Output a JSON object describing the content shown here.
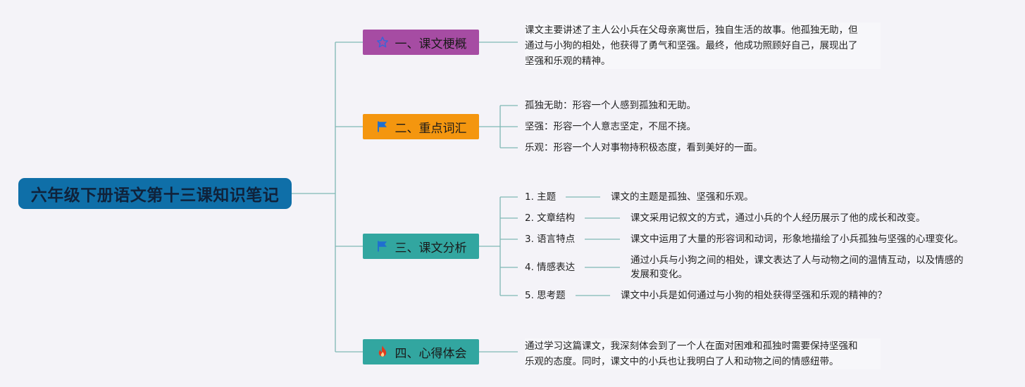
{
  "root": {
    "title": "六年级下册语文第十三课知识笔记"
  },
  "colors": {
    "root": "#0f6fa8",
    "branch1": "#a64ca3",
    "branch2": "#f4960f",
    "branch3": "#32a6a0",
    "branch4": "#32a6a0",
    "lines": "#7fb8b4"
  },
  "branches": [
    {
      "label": "一、课文梗概",
      "icon": "star-icon",
      "lines": [
        "课文主要讲述了主人公小兵在父母亲离世后，独自生活的故事。他孤独无助，但",
        "通过与小狗的相处，他获得了勇气和坚强。最终，他成功照顾好自己，展现出了",
        "坚强和乐观的精神。"
      ]
    },
    {
      "label": "二、重点词汇",
      "icon": "flag-icon",
      "items": [
        "孤独无助：形容一个人感到孤独和无助。",
        "坚强：形容一个人意志坚定，不屈不挠。",
        "乐观：形容一个人对事物持积极态度，看到美好的一面。"
      ]
    },
    {
      "label": "三、课文分析",
      "icon": "flag-icon",
      "items": [
        {
          "key": "1. 主题",
          "lines": [
            "课文的主题是孤独、坚强和乐观。"
          ]
        },
        {
          "key": "2. 文章结构",
          "lines": [
            "课文采用记叙文的方式，通过小兵的个人经历展示了他的成长和改变。"
          ]
        },
        {
          "key": "3. 语言特点",
          "lines": [
            "课文中运用了大量的形容词和动词，形象地描绘了小兵孤独与坚强的心理变化。"
          ]
        },
        {
          "key": "4. 情感表达",
          "lines": [
            "通过小兵与小狗之间的相处，课文表达了人与动物之间的温情互动，以及情感的",
            "发展和变化。"
          ]
        },
        {
          "key": "5. 思考题",
          "lines": [
            "课文中小兵是如何通过与小狗的相处获得坚强和乐观的精神的？"
          ]
        }
      ]
    },
    {
      "label": "四、心得体会",
      "icon": "fire-icon",
      "lines": [
        "通过学习这篇课文，我深刻体会到了一个人在面对困难和孤独时需要保持坚强和",
        "乐观的态度。同时，课文中的小兵也让我明白了人和动物之间的情感纽带。"
      ]
    }
  ]
}
